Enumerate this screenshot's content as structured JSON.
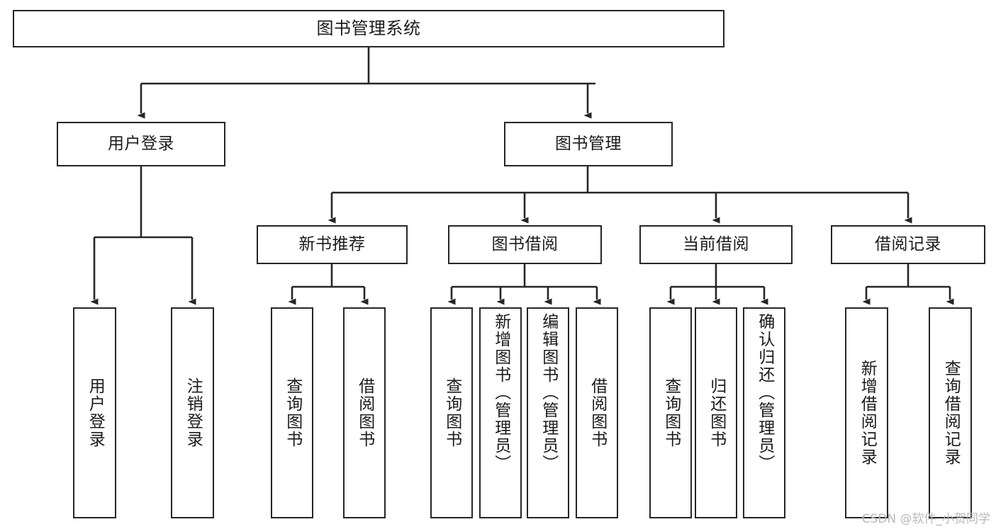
{
  "diagram": {
    "type": "tree",
    "title": "图书管理系统",
    "watermark": "CSDN @软件_小贺同学",
    "colors": {
      "box_border": "#262626",
      "box_fill": "#ffffff",
      "edge": "#262626",
      "text": "#1b1b1b",
      "watermark": "#b9b9b9"
    },
    "root": {
      "label": "图书管理系统"
    },
    "level2": [
      {
        "label": "用户登录"
      },
      {
        "label": "图书管理"
      }
    ],
    "level3": [
      {
        "label": "新书推荐"
      },
      {
        "label": "图书借阅"
      },
      {
        "label": "当前借阅"
      },
      {
        "label": "借阅记录"
      }
    ],
    "leaves": {
      "user_login": [
        {
          "label": "用户登录"
        },
        {
          "label": "注销登录"
        }
      ],
      "new_book": [
        {
          "label": "查询图书"
        },
        {
          "label": "借阅图书"
        }
      ],
      "book_borrow": [
        {
          "label": "查询图书"
        },
        {
          "label": "新增图书（管理员）"
        },
        {
          "label": "编辑图书（管理员）"
        },
        {
          "label": "借阅图书"
        }
      ],
      "current_borrow": [
        {
          "label": "查询图书"
        },
        {
          "label": "归还图书"
        },
        {
          "label": "确认归还（管理员）"
        }
      ],
      "borrow_record": [
        {
          "label": "新增借阅记录"
        },
        {
          "label": "查询借阅记录"
        }
      ]
    }
  }
}
